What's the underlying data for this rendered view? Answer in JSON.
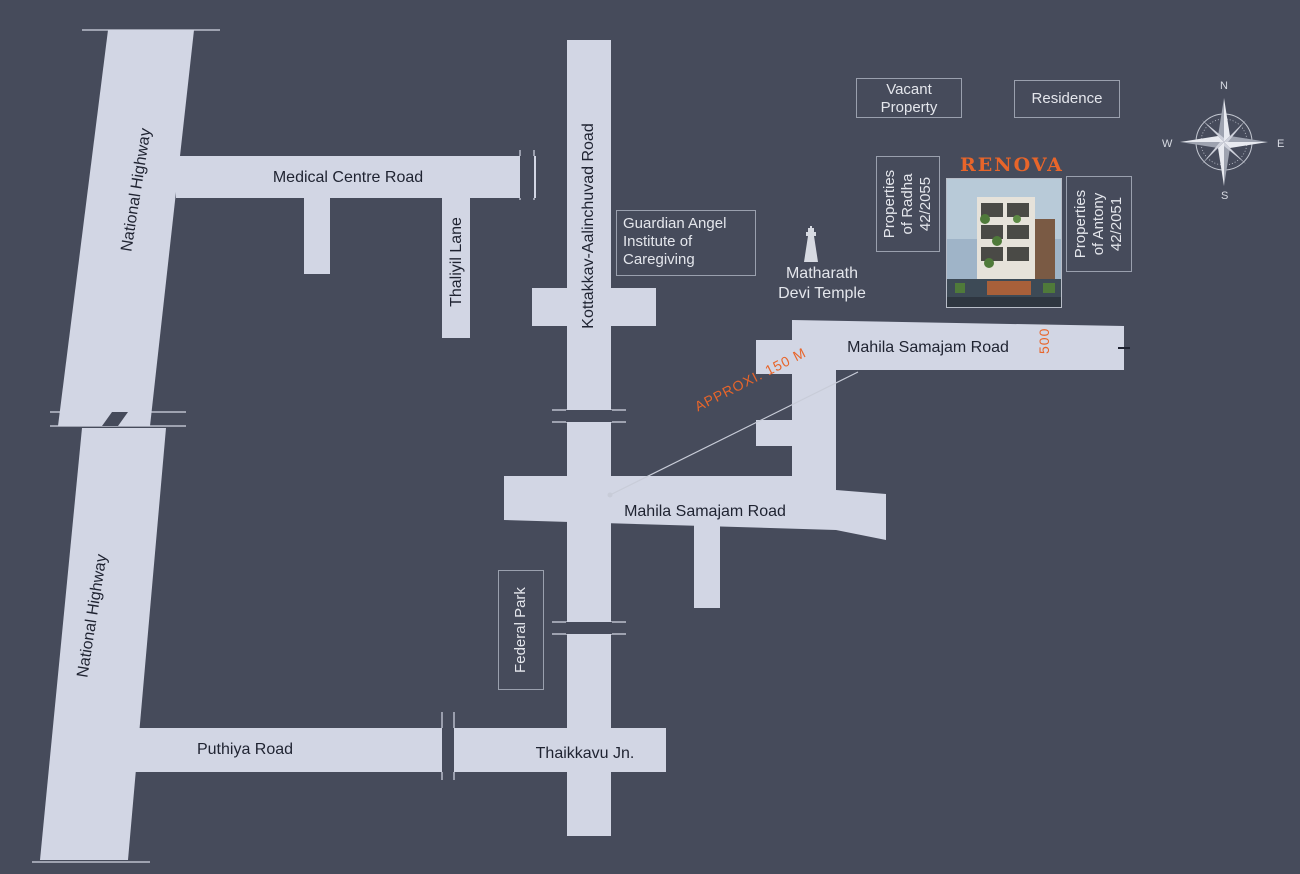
{
  "map": {
    "colors": {
      "background": "#464b5b",
      "road": "#d2d6e4",
      "label_dark": "#1f2331",
      "label_light": "#e4e6ec",
      "accent": "#e8652a"
    },
    "roads": {
      "national_highway_upper": "National Highway",
      "national_highway_lower": "National Highway",
      "medical_centre": "Medical Centre Road",
      "thaliyil_lane": "Thaliyil Lane",
      "kottakkav": "Kottakkav-Aalinchuvad Road",
      "mahila_samajam_upper": "Mahila Samajam Road",
      "mahila_samajam_lower": "Mahila Samajam Road",
      "puthiya": "Puthiya Road",
      "thaikkavu": "Thaikkavu Jn."
    },
    "landmarks": {
      "vacant_property": [
        "Vacant",
        "Property"
      ],
      "residence": "Residence",
      "guardian_angel": [
        "Guardian Angel",
        "Institute of",
        "Caregiving"
      ],
      "temple": [
        "Matharath",
        "Devi Temple"
      ],
      "radha": [
        "Properties",
        "of Radha",
        "42/2055"
      ],
      "antony": [
        "Properties",
        "of Antony",
        "42/2051"
      ],
      "federal_park": "Federal Park"
    },
    "project": {
      "name": "RENOVA",
      "building_icon": "building-photo"
    },
    "distances": {
      "approx": "APPROXI. 150 M",
      "short": "500"
    },
    "compass": {
      "n": "N",
      "e": "E",
      "s": "S",
      "w": "W",
      "icon": "compass-rose-icon"
    },
    "temple_icon": "temple-gopuram-icon"
  }
}
